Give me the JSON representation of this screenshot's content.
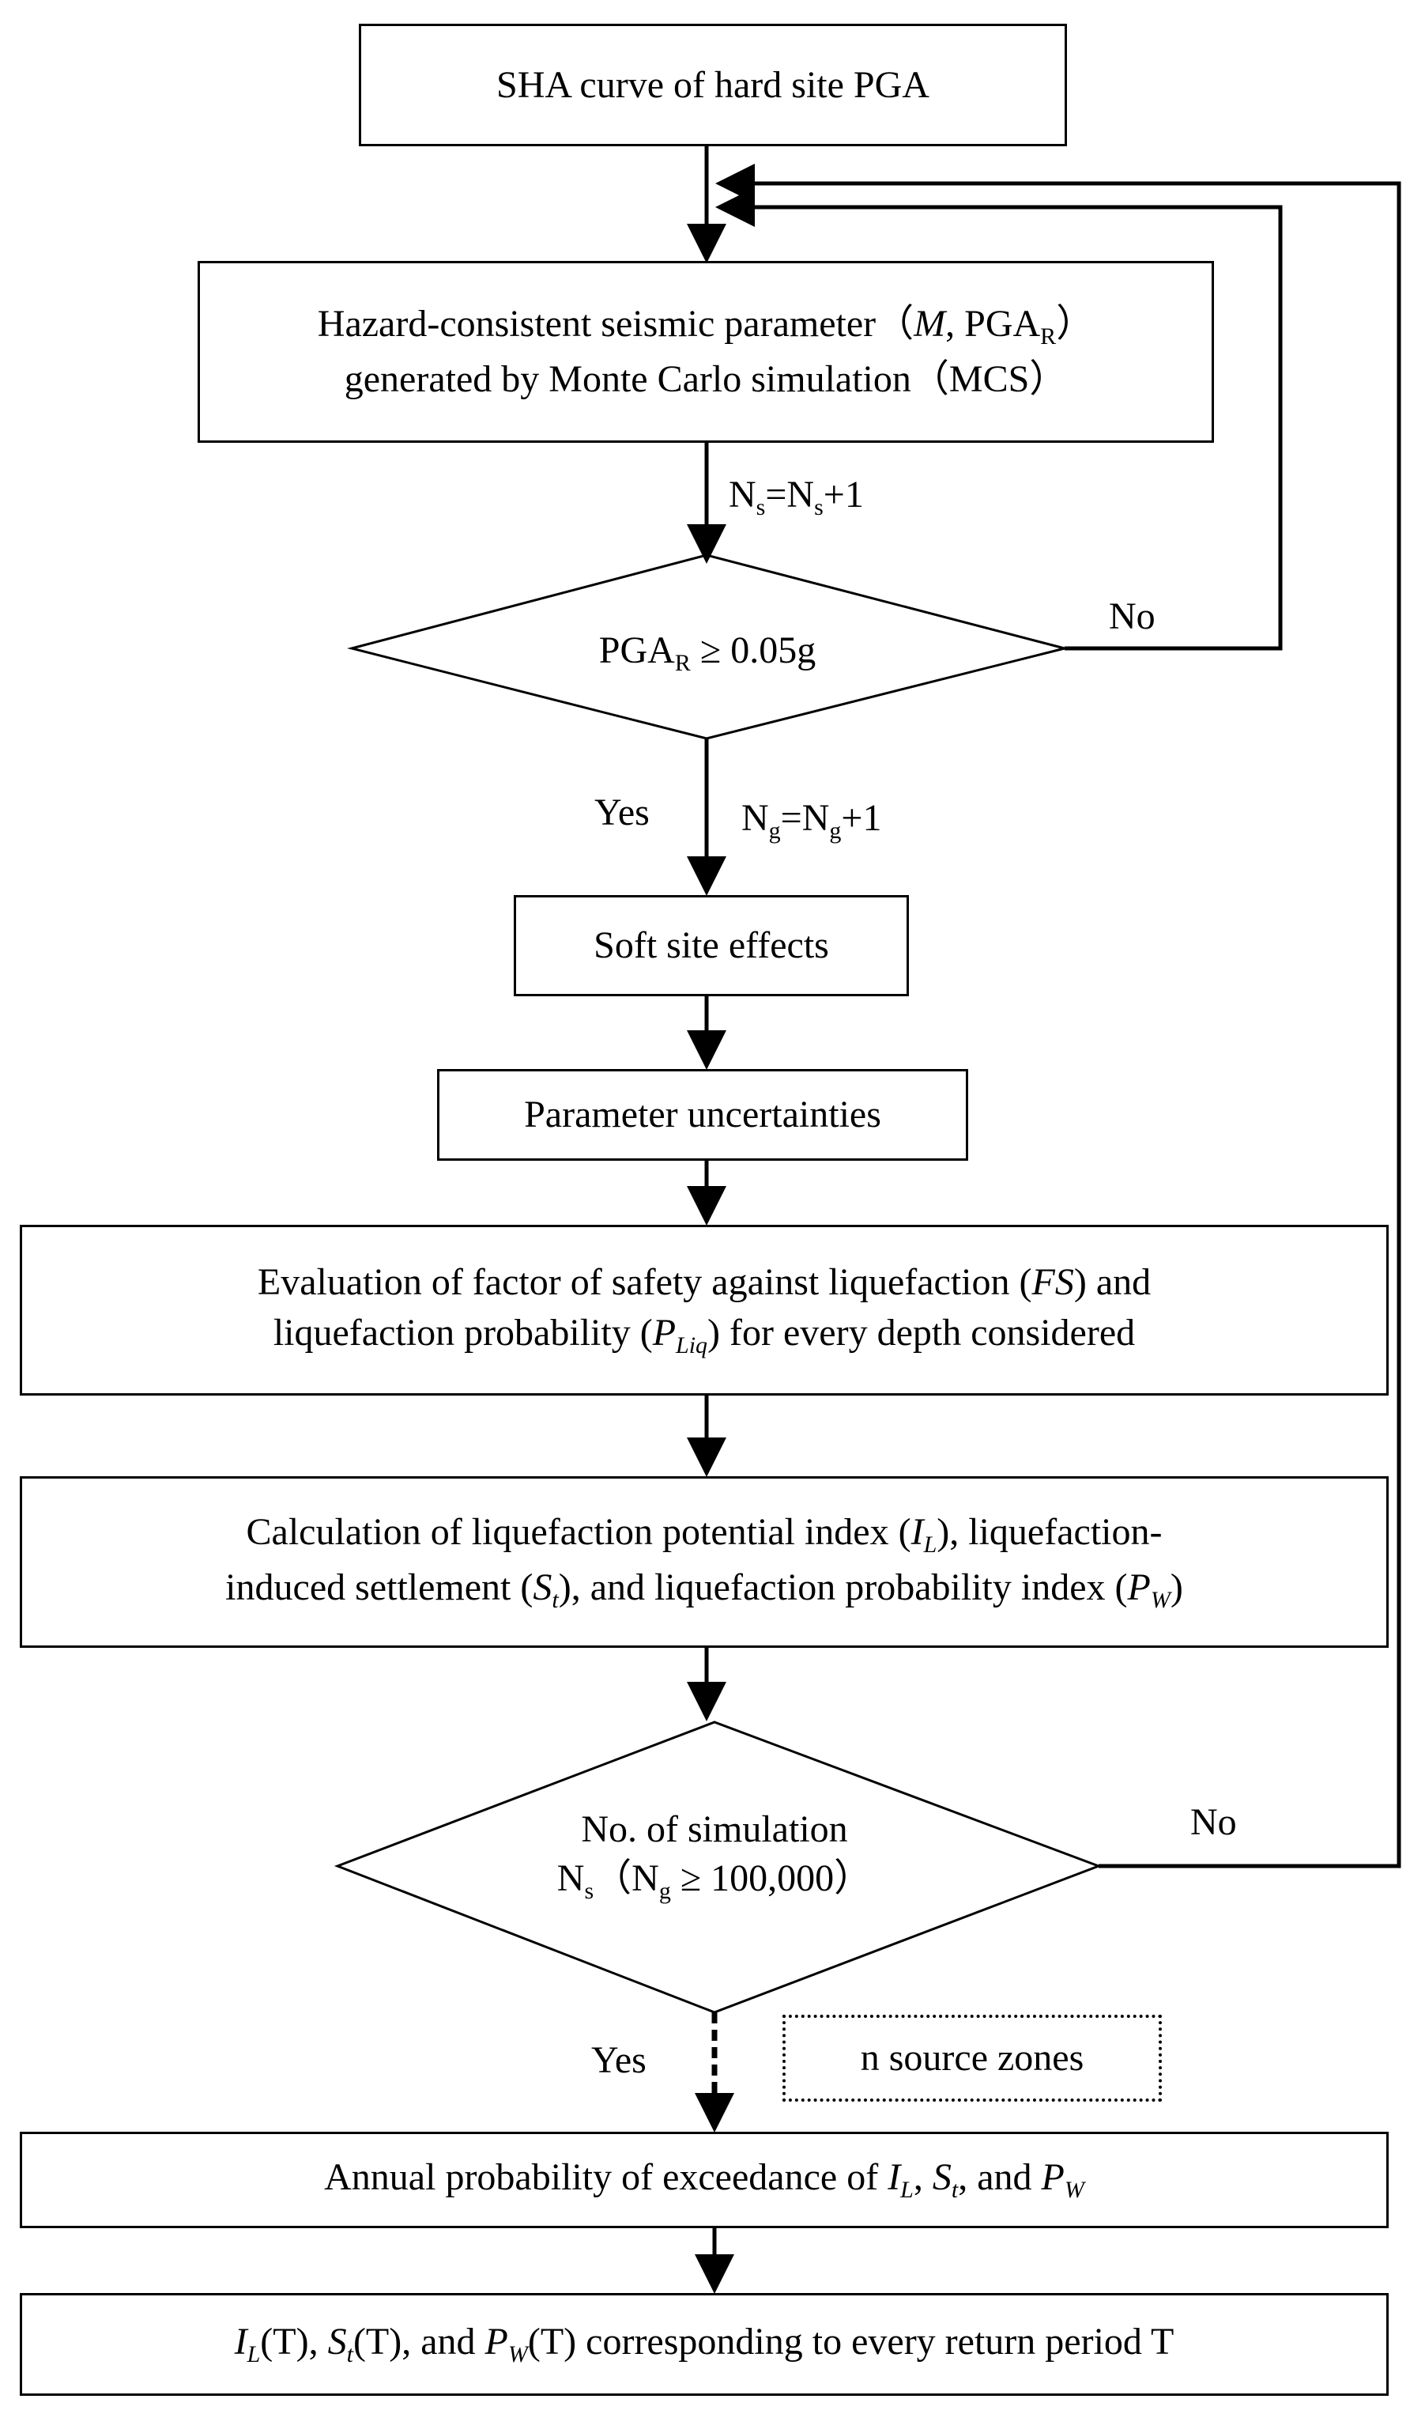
{
  "diagram": {
    "type": "flowchart",
    "nodes": {
      "sha": "SHA curve of hard site PGA",
      "mcs": {
        "line1": "Hazard-consistent seismic parameter（M, PGA_R）",
        "line2": "generated by Monte Carlo simulation（MCS）"
      },
      "pga_check": "PGA_R ≥ 0.05g",
      "soft_site": "Soft site effects",
      "param_unc": "Parameter uncertainties",
      "fs_eval": {
        "line1": "Evaluation of factor of safety against liquefaction (FS) and",
        "line2": "liquefaction probability (P_Liq) for every depth considered"
      },
      "calc": {
        "line1": "Calculation of liquefaction potential index (I_L), liquefaction-",
        "line2": "induced settlement (S_t), and liquefaction probability index (P_W)"
      },
      "sim_check": {
        "line1": "No. of simulation",
        "line2": "N_s（N_g ≥ 100,000）"
      },
      "source_zones": "n source zones",
      "annual": "Annual probability of exceedance of I_L, S_t, and P_W",
      "return_period": "I_L(T), S_t(T), and P_W(T) corresponding to every return period T"
    },
    "edge_labels": {
      "ns_increment": "N_s=N_s+1",
      "ng_increment": "N_g=N_g+1",
      "pga_no": "No",
      "pga_yes": "Yes",
      "sim_no": "No",
      "sim_yes": "Yes"
    }
  }
}
